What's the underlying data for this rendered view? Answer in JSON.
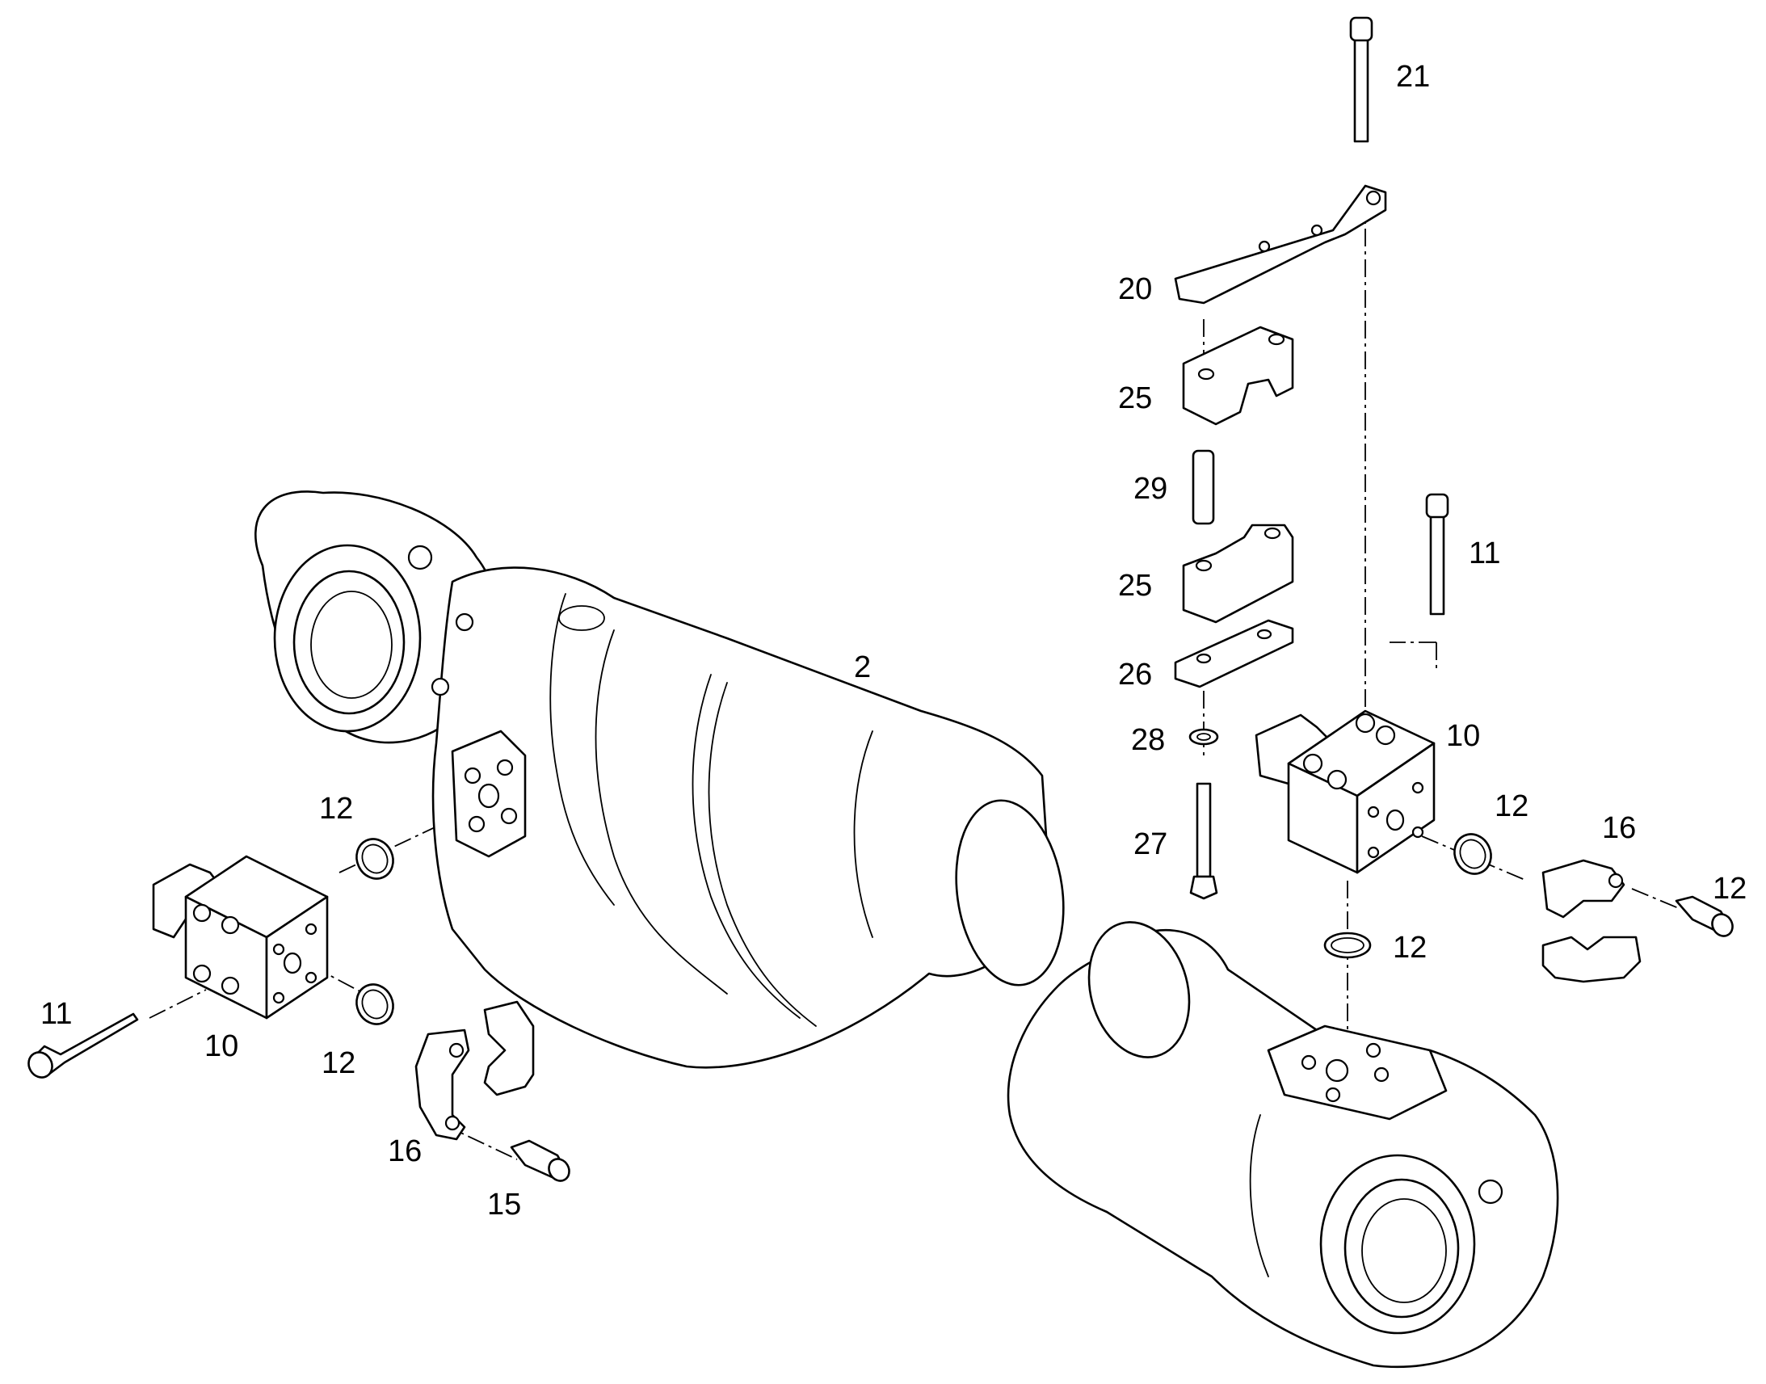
{
  "diagram": {
    "callouts": {
      "c2": "2",
      "c10_left": "10",
      "c10_right": "10",
      "c11_left": "11",
      "c11_right": "11",
      "c12_a": "12",
      "c12_b": "12",
      "c12_c": "12",
      "c12_d": "12",
      "c12_e": "12",
      "c15": "15",
      "c16_left": "16",
      "c16_right": "16",
      "c20": "20",
      "c21": "21",
      "c25_top": "25",
      "c25_bottom": "25",
      "c26": "26",
      "c27": "27",
      "c28": "28",
      "c29": "29"
    }
  }
}
